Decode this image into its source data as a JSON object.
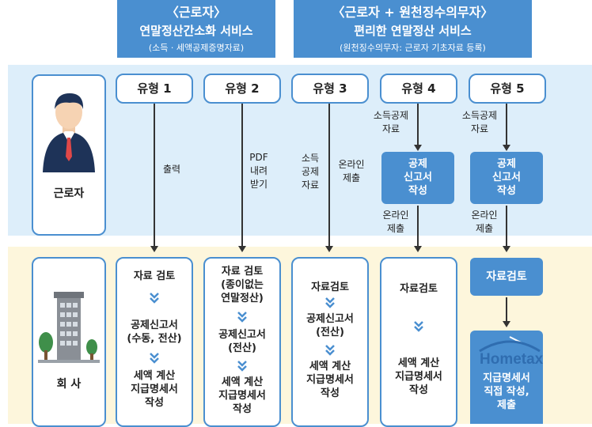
{
  "header_left": {
    "title": "〈근로자〉",
    "subtitle": "연말정산간소화 서비스",
    "note": "(소득 · 세액공제증명자료)"
  },
  "header_right": {
    "title": "〈근로자 + 원천징수의무자〉",
    "subtitle": "편리한 연말정산 서비스",
    "note": "(원천징수의무자: 근로자 기초자료 등록)"
  },
  "worker_label": "근로자",
  "company_label": "회  사",
  "types": [
    "유형 1",
    "유형 2",
    "유형 3",
    "유형 4",
    "유형 5"
  ],
  "flow_notes": {
    "t1": "출력",
    "t2_line1": "PDF",
    "t2_line2": "내려",
    "t2_line3": "받기",
    "t3_left1": "소득",
    "t3_left2": "공제",
    "t3_left3": "자료",
    "t3_right1": "온라인",
    "t3_right2": "제출",
    "t4_in1": "소득공제",
    "t4_in2": "자료",
    "t4_box1": "공제",
    "t4_box2": "신고서",
    "t4_box3": "작성",
    "t4_out1": "온라인",
    "t4_out2": "제출",
    "t5_in1": "소득공제",
    "t5_in2": "자료",
    "t5_box1": "공제",
    "t5_box2": "신고서",
    "t5_box3": "작성",
    "t5_out1": "온라인",
    "t5_out2": "제출"
  },
  "company_steps": {
    "t1": {
      "s1": "자료 검토",
      "s2a": "공제신고서",
      "s2b": "(수동, 전산)",
      "s3a": "세액 계산",
      "s3b": "지급명세서",
      "s3c": "작성"
    },
    "t2": {
      "s1a": "자료 검토",
      "s1b": "(종이없는",
      "s1c": "연말정산)",
      "s2a": "공제신고서",
      "s2b": "(전산)",
      "s3a": "세액 계산",
      "s3b": "지급명세서",
      "s3c": "작성"
    },
    "t3": {
      "s1": "자료검토",
      "s2a": "공제신고서",
      "s2b": "(전산)",
      "s3a": "세액 계산",
      "s3b": "지급명세서",
      "s3c": "작성"
    },
    "t4": {
      "s1": "자료검토",
      "s3a": "세액 계산",
      "s3b": "지급명세서",
      "s3c": "작성"
    },
    "t5": {
      "s1": "자료검토",
      "s3a": "지급명세서",
      "s3b": "직접 작성,",
      "s3c": "제출"
    }
  },
  "hometax_logo": "Hometax",
  "colors": {
    "accent": "#4a8fd0",
    "band_top": "#ddeefa",
    "band_bottom": "#fdf6dc"
  }
}
